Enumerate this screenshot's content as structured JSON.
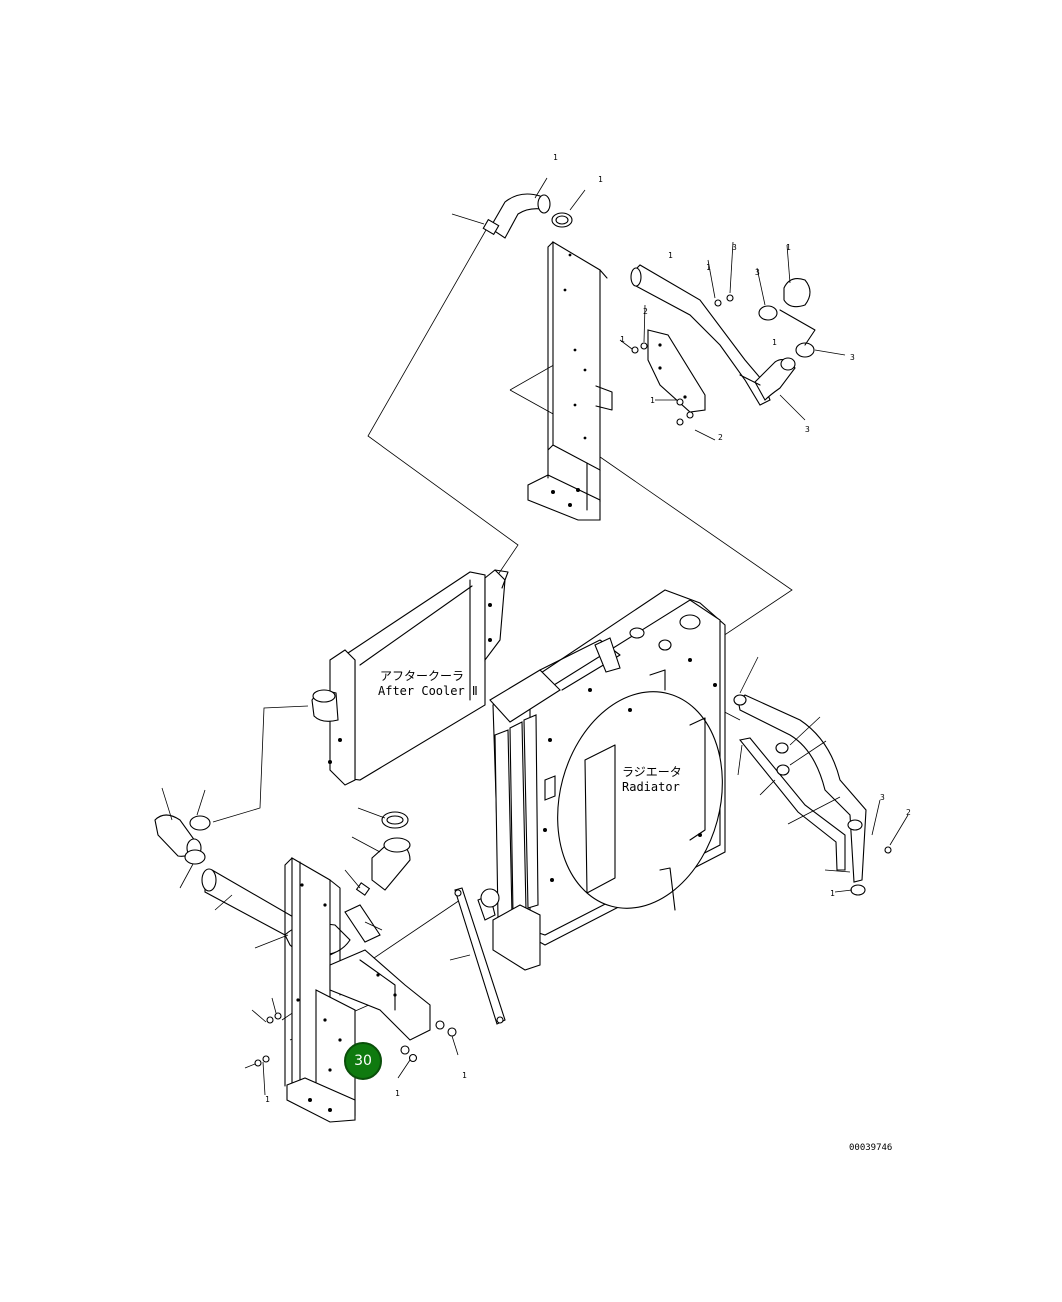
{
  "diagram": {
    "document_number": "00039746",
    "callout": {
      "number": "30",
      "fill": "#0f7a0f"
    },
    "labels": {
      "aftercooler_jp": "アフタークーラ",
      "aftercooler_en": "After Cooler Ⅱ",
      "radiator_jp": "ラジエータ",
      "radiator_en": "Radiator"
    }
  }
}
